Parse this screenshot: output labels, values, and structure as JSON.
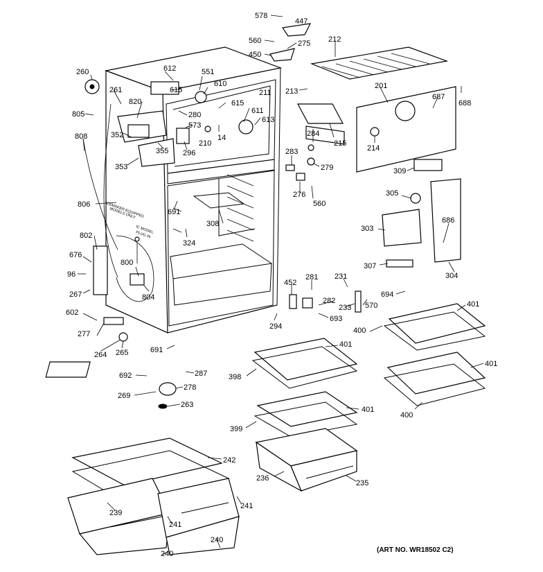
{
  "art_number": "(ART NO. WR18502 C2)",
  "notes": {
    "icemaker_line1": "ICEMAKER EQUIPPED",
    "icemaker_line2": "MODELS ONLY",
    "icemaker_side1": "IC MODEL",
    "icemaker_side2": "PLUG IN"
  },
  "labels": {
    "l578": "578",
    "l447": "447",
    "l560a": "560",
    "l275": "275",
    "l450": "450",
    "l212": "212",
    "l260": "260",
    "l612": "612",
    "l551": "551",
    "l610": "610",
    "l261": "261",
    "l615a": "615",
    "l211": "211",
    "l615b": "615",
    "l611": "611",
    "l820": "820",
    "l805": "805",
    "l280": "280",
    "l613": "613",
    "l573": "573",
    "l352": "352",
    "l14": "14",
    "l210": "210",
    "l808": "808",
    "l355": "355",
    "l296": "296",
    "l353": "353",
    "l213": "213",
    "l201": "201",
    "l687": "687",
    "l688": "688",
    "l284": "284",
    "l214": "214",
    "l215": "215",
    "l283": "283",
    "l279": "279",
    "l309": "309",
    "l276": "276",
    "l560b": "560",
    "l305": "305",
    "l806": "806",
    "l691a": "691",
    "l308": "308",
    "l686": "686",
    "l802": "802",
    "l324": "324",
    "l303": "303",
    "l676": "676",
    "l800": "800",
    "l96": "96",
    "l304": "304",
    "l307": "307",
    "l267": "267",
    "l804": "804",
    "l452": "452",
    "l281": "281",
    "l231": "231",
    "l694": "694",
    "l282": "282",
    "l570": "570",
    "l233": "233",
    "l401a": "401",
    "l602": "602",
    "l693": "693",
    "l294": "294",
    "l400a": "400",
    "l277": "277",
    "l691b": "691",
    "l264": "264",
    "l265": "265",
    "l401b": "401",
    "l398": "398",
    "l401c": "401",
    "l287": "287",
    "l692": "692",
    "l278": "278",
    "l269": "269",
    "l263": "263",
    "l401d": "401",
    "l400b": "400",
    "l399": "399",
    "l242": "242",
    "l236": "236",
    "l235": "235",
    "l239": "239",
    "l241a": "241",
    "l241b": "241",
    "l240a": "240",
    "l240b": "240"
  }
}
